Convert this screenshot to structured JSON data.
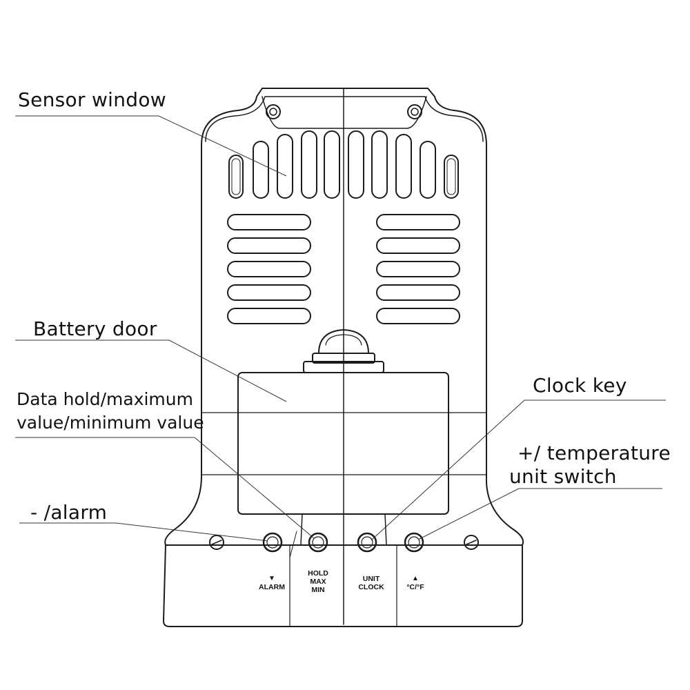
{
  "callouts": {
    "sensor_window": "Sensor window",
    "battery_door": "Battery door",
    "data_hold_line1": "Data hold/maximum",
    "data_hold_line2": "value/minimum value",
    "minus_alarm": "- /alarm",
    "clock_key": "Clock key",
    "temp_line1": "+/ temperature",
    "temp_line2": "unit switch"
  },
  "buttons": {
    "alarm": {
      "symbol": "▼",
      "lines": [
        "ALARM"
      ]
    },
    "hold": {
      "lines": [
        "HOLD",
        "MAX",
        "MIN"
      ]
    },
    "unit_clock": {
      "lines": [
        "UNIT",
        "CLOCK"
      ]
    },
    "temp": {
      "symbol": "▲",
      "lines": [
        "°C/°F"
      ]
    }
  },
  "colors": {
    "line": "#1a1a1a",
    "background": "#ffffff"
  }
}
